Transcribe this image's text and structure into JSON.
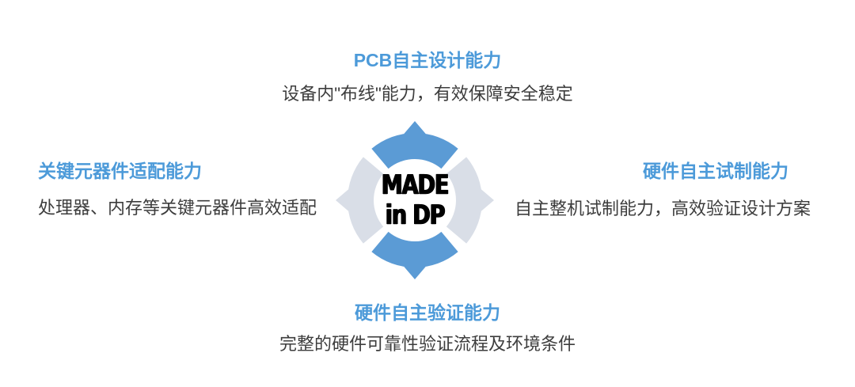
{
  "diagram": {
    "colors": {
      "title_blue": "#4C9AD9",
      "petal_blue": "#5B9BD5",
      "petal_gray": "#D9DEE7",
      "body_text": "#3D3D3D",
      "badge_text": "#000000",
      "background": "#FFFFFF"
    },
    "center_badge": {
      "line1": "MADE",
      "line2": "in DP"
    },
    "items": [
      {
        "position": "top",
        "title": "PCB自主设计能力",
        "desc": "设备内\"布线\"能力，有效保障安全稳定"
      },
      {
        "position": "left",
        "title": "关键元器件适配能力",
        "desc": "处理器、内存等关键元器件高效适配"
      },
      {
        "position": "right",
        "title": "硬件自主试制能力",
        "desc": "自主整机试制能力，高效验证设计方案"
      },
      {
        "position": "bottom",
        "title": "硬件自主验证能力",
        "desc": "完整的硬件可靠性验证流程及环境条件"
      }
    ]
  }
}
